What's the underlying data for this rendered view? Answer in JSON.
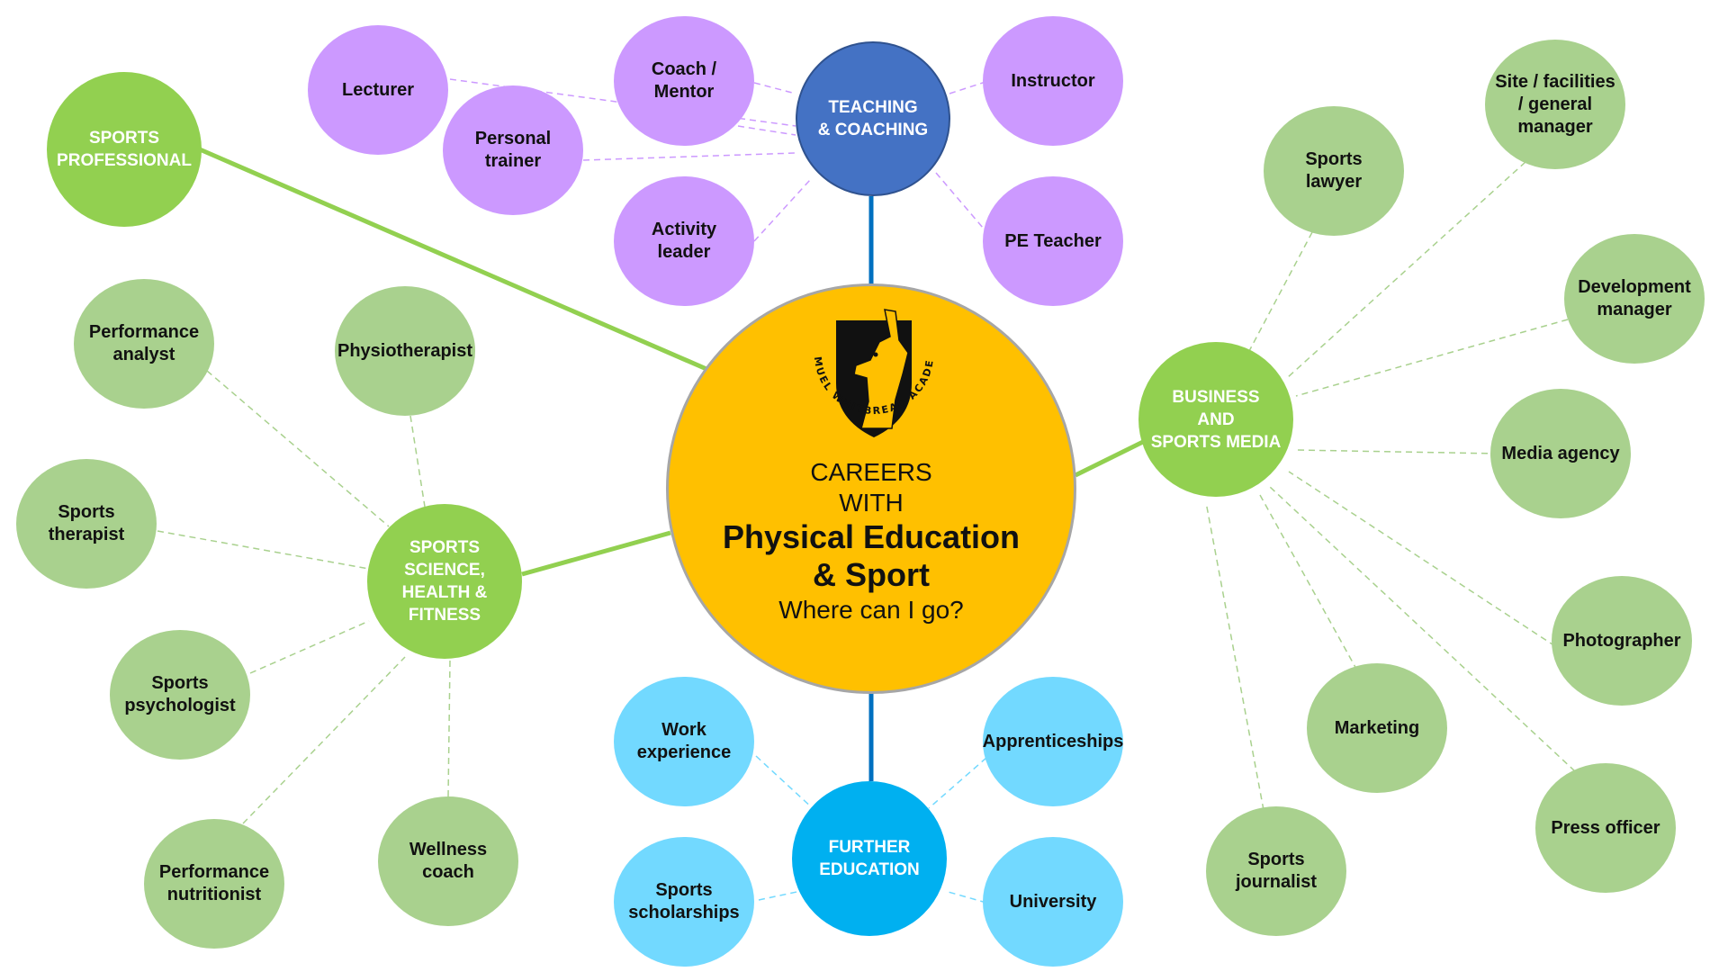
{
  "center": {
    "crest_text": "SAMUEL WHITBREAD ACADEMY",
    "line1": "CAREERS",
    "line2": "WITH",
    "line3": "Physical  Education",
    "line4": "& Sport",
    "line5": "Where can I go?"
  },
  "hubs": {
    "teaching": "TEACHING\n& COACHING",
    "sports_professional": "SPORTS\nPROFESSIONAL",
    "science": "SPORTS SCIENCE,\nHEALTH & FITNESS",
    "business": "BUSINESS\nAND\nSPORTS MEDIA",
    "further": "FURTHER\nEDUCATION"
  },
  "teaching_roles": {
    "lecturer": "Lecturer",
    "coach": "Coach / Mentor",
    "instructor": "Instructor",
    "personal_trainer": "Personal\ntrainer",
    "activity_leader": "Activity\nleader",
    "pe_teacher": "PE Teacher"
  },
  "science_roles": {
    "performance_analyst": "Performance\nanalyst",
    "physiotherapist": "Physiotherapist",
    "sports_therapist": "Sports\ntherapist",
    "sports_psychologist": "Sports\npsychologist",
    "performance_nutritionist": "Performance\nnutritionist",
    "wellness_coach": "Wellness\ncoach"
  },
  "business_roles": {
    "site_manager": "Site / facilities\n/ general manager",
    "sports_lawyer": "Sports\nlawyer",
    "development_manager": "Development\nmanager",
    "media_agency": "Media agency",
    "photographer": "Photographer",
    "marketing": "Marketing",
    "press_officer": "Press officer",
    "sports_journalist": "Sports\njournalist"
  },
  "education_routes": {
    "work_experience": "Work\nexperience",
    "apprenticeships": "Apprenticeships",
    "sports_scholarships": "Sports\nscholarships",
    "university": "University"
  },
  "colors": {
    "center": "#ffc000",
    "purple": "#cc99ff",
    "green_hub": "#92d050",
    "green_leaf": "#a9d18e",
    "blue_hub": "#4472c4",
    "cyan_hub": "#00b0f0",
    "cyan_leaf": "#72d9ff"
  }
}
